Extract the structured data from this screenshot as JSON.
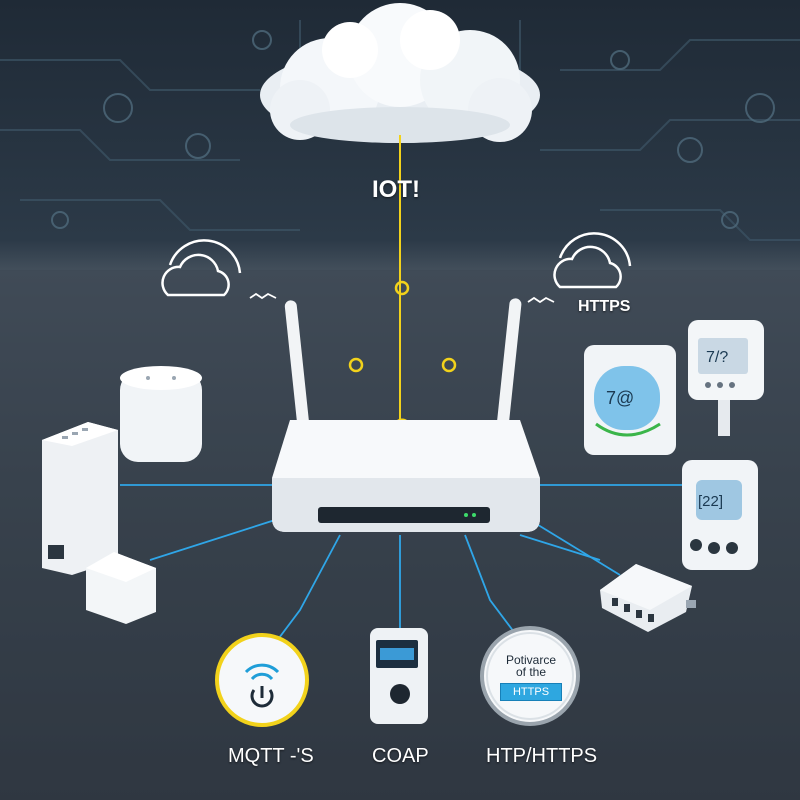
{
  "diagram": {
    "center_title": "IOT!",
    "right_label": "HTTPS",
    "protocols": [
      {
        "name": "MQTT -'S"
      },
      {
        "name": "COAP"
      },
      {
        "name": "HTP/HTTPS"
      }
    ],
    "badge": {
      "line1": "Potivarce",
      "line2": "of the",
      "tag": "HTTPS"
    },
    "devices": {
      "thermostat_left_display": "7@",
      "sensor_display": "7/?",
      "meter_display": "[22]"
    }
  },
  "colors": {
    "accent_yellow": "#f2d21b",
    "link_blue": "#2fa6e8",
    "device_white": "#f4f6f8"
  }
}
